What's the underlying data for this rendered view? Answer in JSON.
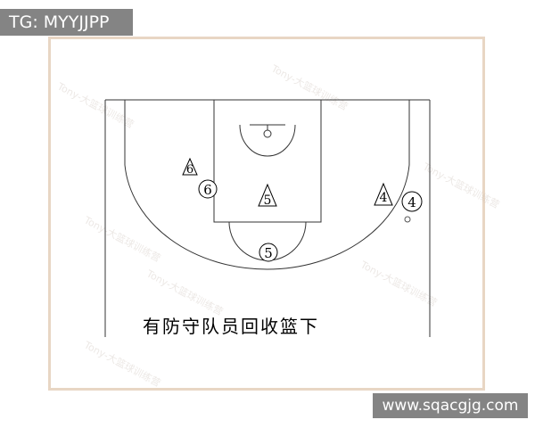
{
  "top_tag": "TG: MYYJJPP",
  "site_badge": "www.sqacgjg.com",
  "caption": "有防守队员回收篮下",
  "watermark": "Tony-大篮球训练营",
  "offense_players": [
    {
      "label": "6"
    },
    {
      "label": "5"
    },
    {
      "label": "4"
    }
  ],
  "defense_players": [
    {
      "label": "6"
    },
    {
      "label": "5"
    },
    {
      "label": "4"
    }
  ],
  "colors": {
    "line": "#333333",
    "frame_border": "#e8d6c4",
    "badge_bg": "#6e6e6e"
  }
}
